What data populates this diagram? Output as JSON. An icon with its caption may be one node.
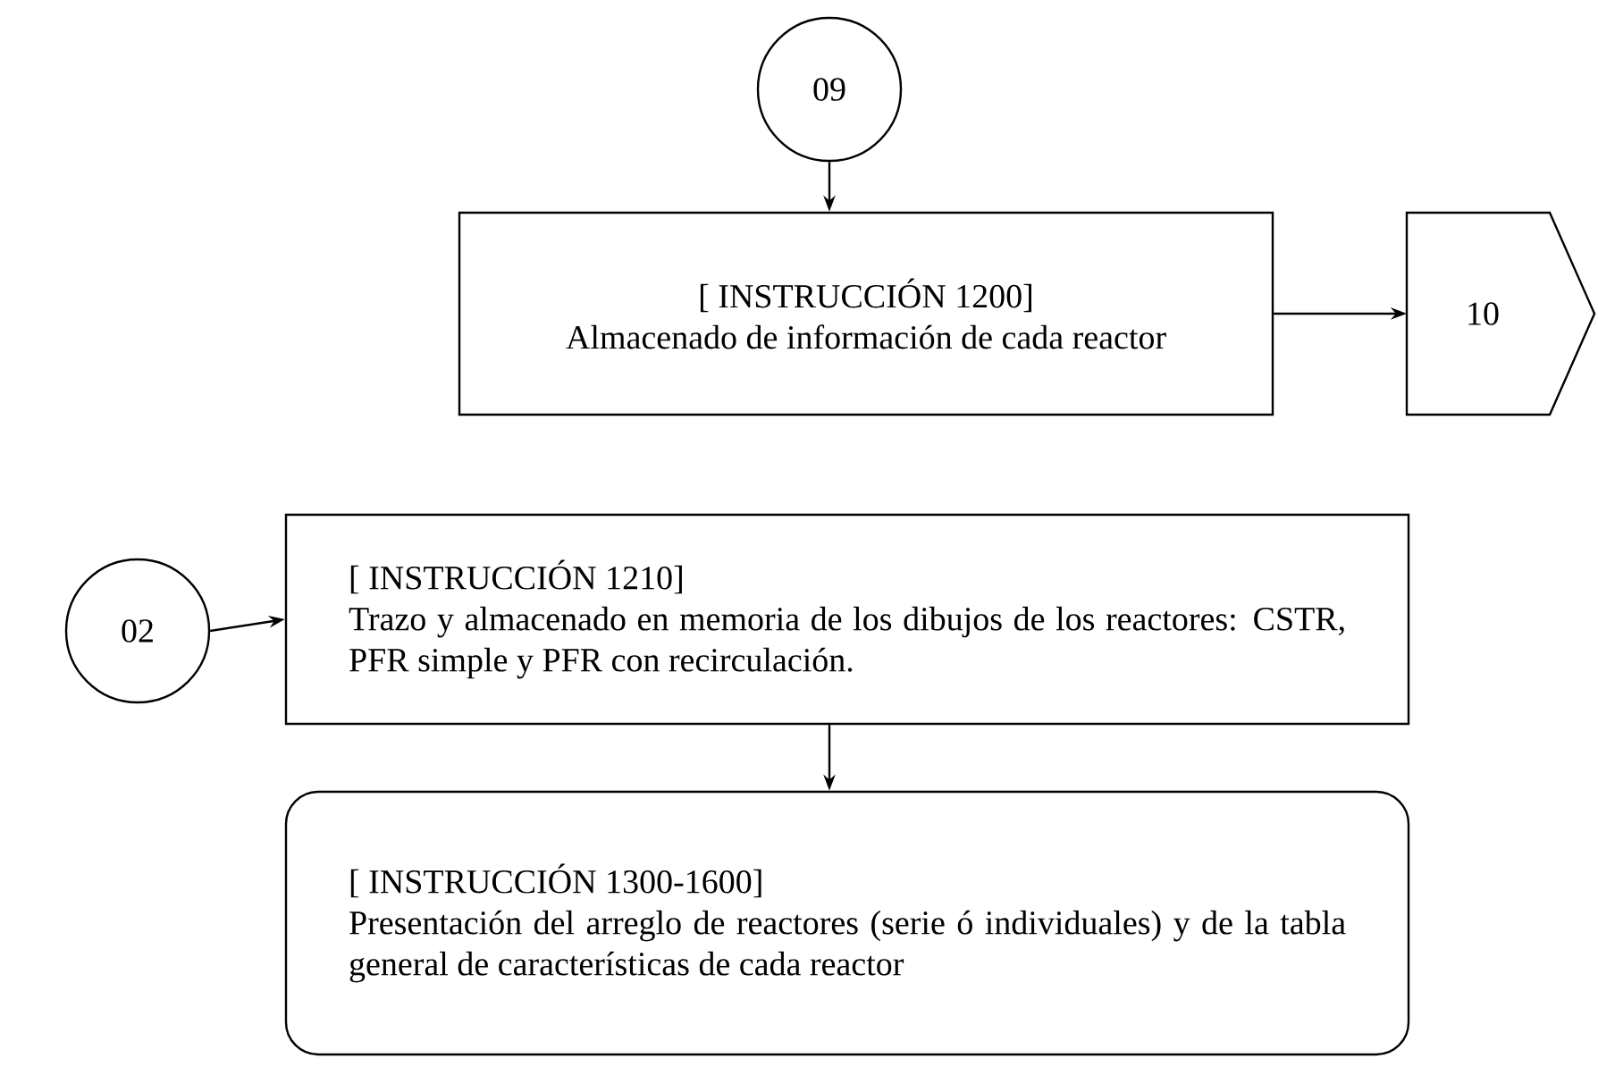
{
  "diagram": {
    "nodes": [
      {
        "text": [
          "09"
        ]
      },
      {
        "text": [
          "[ INSTRUCCIÓN 1200]",
          "Almacenado de información de cada reactor"
        ]
      },
      {
        "text": [
          "10"
        ]
      },
      {
        "text": [
          "02"
        ]
      },
      {
        "text": [
          "[ INSTRUCCIÓN 1210]",
          "Trazo y almacenado en memoria de los dibujos de los reactores: CSTR, PFR simple y PFR con recirculación."
        ]
      },
      {
        "text": [
          "[ INSTRUCCIÓN 1300-1600]",
          "Presentación del arreglo de reactores (serie ó individuales) y de la tabla general de características de cada reactor"
        ]
      }
    ],
    "edges": [
      {
        "from": 0,
        "to": 1,
        "arrow": "to"
      },
      {
        "from": 1,
        "to": 2,
        "arrow": "to"
      },
      {
        "from": 3,
        "to": 4,
        "arrow": "to"
      },
      {
        "from": 4,
        "to": 5,
        "arrow": "to"
      }
    ]
  }
}
